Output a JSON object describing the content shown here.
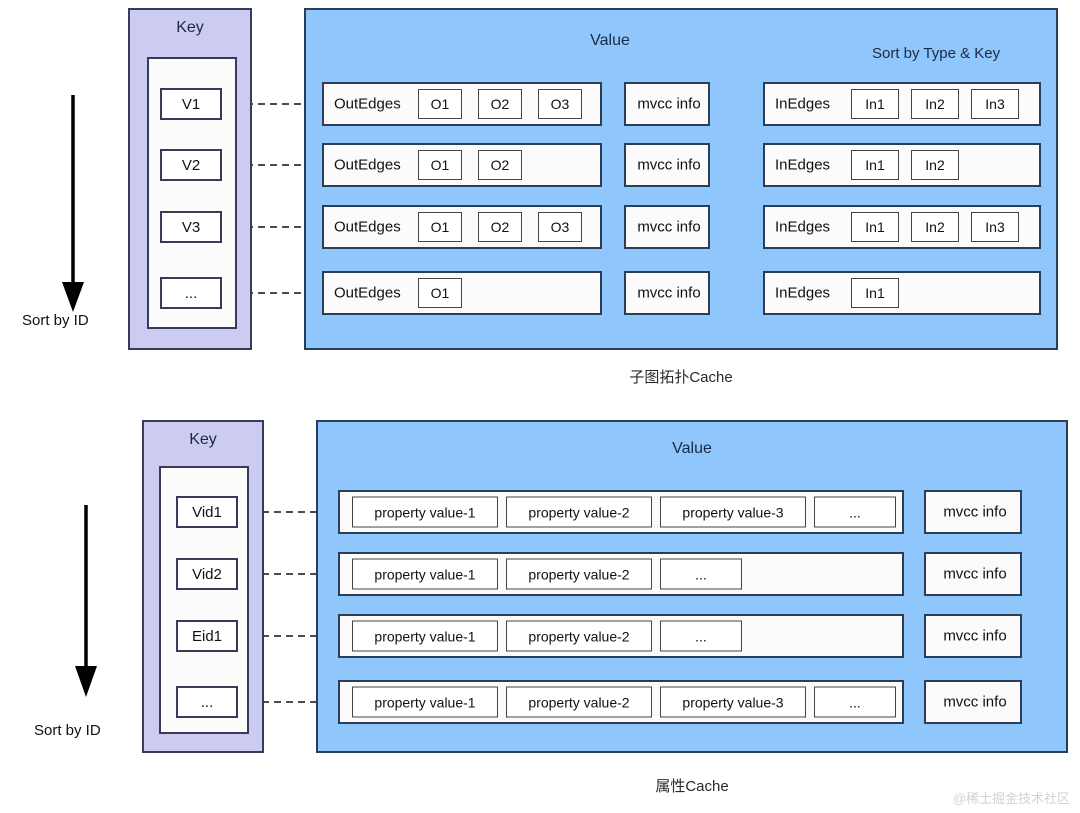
{
  "labels": {
    "key_title": "Key",
    "value_title": "Value",
    "sort_by_id": "Sort by ID",
    "sort_by_type_key": "Sort by Type & Key",
    "mvcc": "mvcc info",
    "out_edges": "OutEdges",
    "in_edges": "InEdges",
    "ellipsis": "..."
  },
  "topology_cache": {
    "caption": "子图拓扑Cache",
    "keys": [
      "V1",
      "V2",
      "V3",
      "..."
    ],
    "rows": [
      {
        "out_label": "OutEdges",
        "out_slots": [
          "O1",
          "O2",
          "O3"
        ],
        "mvcc": "mvcc info",
        "in_label": "InEdges",
        "in_slots": [
          "In1",
          "In2",
          "In3"
        ]
      },
      {
        "out_label": "OutEdges",
        "out_slots": [
          "O1",
          "O2"
        ],
        "mvcc": "mvcc info",
        "in_label": "InEdges",
        "in_slots": [
          "In1",
          "In2"
        ]
      },
      {
        "out_label": "OutEdges",
        "out_slots": [
          "O1",
          "O2",
          "O3"
        ],
        "mvcc": "mvcc info",
        "in_label": "InEdges",
        "in_slots": [
          "In1",
          "In2",
          "In3"
        ]
      },
      {
        "out_label": "OutEdges",
        "out_slots": [
          "O1"
        ],
        "mvcc": "mvcc info",
        "in_label": "InEdges",
        "in_slots": [
          "In1"
        ]
      }
    ]
  },
  "property_cache": {
    "caption": "属性Cache",
    "keys": [
      "Vid1",
      "Vid2",
      "Eid1",
      "..."
    ],
    "rows": [
      {
        "props": [
          "property value-1",
          "property value-2",
          "property value-3",
          "..."
        ],
        "mvcc": "mvcc info"
      },
      {
        "props": [
          "property value-1",
          "property value-2",
          "..."
        ],
        "mvcc": "mvcc info"
      },
      {
        "props": [
          "property value-1",
          "property value-2",
          "..."
        ],
        "mvcc": "mvcc info"
      },
      {
        "props": [
          "property value-1",
          "property value-2",
          "property value-3",
          "..."
        ],
        "mvcc": "mvcc info"
      }
    ]
  },
  "watermark": "@稀土掘金技术社区",
  "colors": {
    "key_panel": "#ccccf2",
    "value_panel": "#8fc6fb",
    "border_dark": "#2b3e57",
    "text": "#1b2a44"
  }
}
